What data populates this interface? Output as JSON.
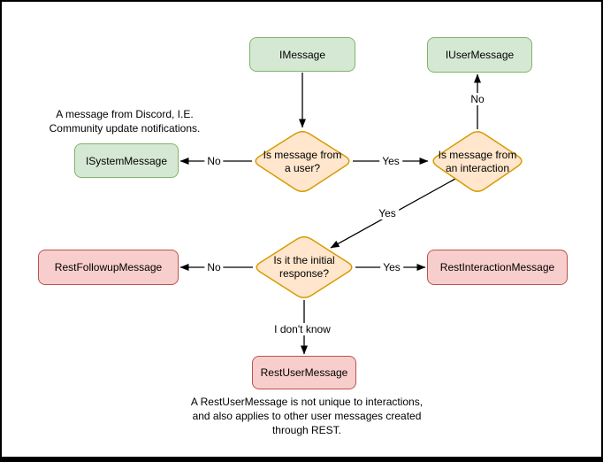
{
  "colors": {
    "green_fill": "#d5e8d4",
    "green_stroke": "#82b366",
    "orange_fill": "#ffe6cc",
    "orange_stroke": "#d79b00",
    "red_fill": "#f8cecc",
    "red_stroke": "#b85450",
    "connector": "#000000",
    "background": "#ffffff"
  },
  "nodes": {
    "imessage": {
      "label": "IMessage"
    },
    "iusermessage": {
      "label": "IUserMessage"
    },
    "isystemmessage": {
      "label": "ISystemMessage"
    },
    "restfollowupmessage": {
      "label": "RestFollowupMessage"
    },
    "restinteractionmessage": {
      "label": "RestInteractionMessage"
    },
    "restusermessage": {
      "label": "RestUserMessage"
    }
  },
  "decisions": {
    "is_from_user": {
      "label": "Is message from\na user?"
    },
    "is_from_interaction": {
      "label": "Is message from\nan interaction"
    },
    "is_initial_response": {
      "label": "Is it the initial\nresponse?"
    }
  },
  "edges": {
    "imessage_to_user_check": {
      "from": "IMessage",
      "to": "Is message from a user?",
      "label": ""
    },
    "user_check_no": {
      "from": "Is message from a user?",
      "to": "ISystemMessage",
      "label": "No"
    },
    "user_check_yes": {
      "from": "Is message from a user?",
      "to": "Is message from an interaction",
      "label": "Yes"
    },
    "interaction_check_no": {
      "from": "Is message from an interaction",
      "to": "IUserMessage",
      "label": "No"
    },
    "interaction_check_yes": {
      "from": "Is message from an interaction",
      "to": "Is it the initial response?",
      "label": "Yes"
    },
    "initial_check_no": {
      "from": "Is it the initial response?",
      "to": "RestFollowupMessage",
      "label": "No"
    },
    "initial_check_yes": {
      "from": "Is it the initial response?",
      "to": "RestInteractionMessage",
      "label": "Yes"
    },
    "initial_check_unknown": {
      "from": "Is it the initial response?",
      "to": "RestUserMessage",
      "label": "I don't know"
    }
  },
  "annotations": {
    "system_note": "A message from Discord, I.E.\nCommunity update notifications.",
    "rest_note": "A RestUserMessage is not unique to interactions,\nand also applies to other user messages created\nthrough REST."
  }
}
